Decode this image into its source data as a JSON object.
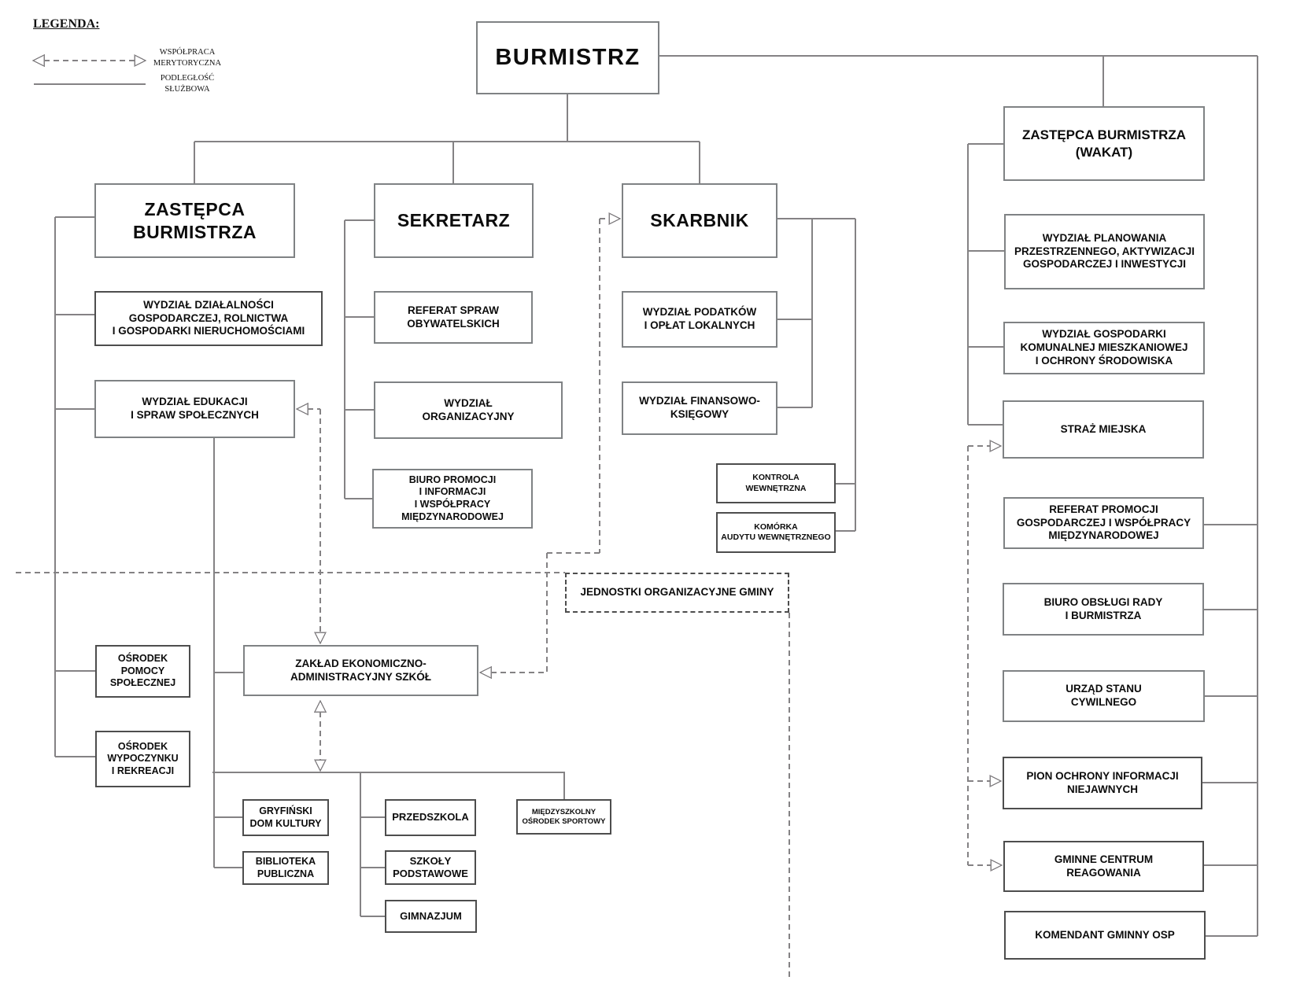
{
  "legend": {
    "title": "LEGENDA:",
    "items": {
      "wspolpraca": {
        "label": "WSPÓŁPRACA\nMERYTORYCZNA",
        "line_style": "dashed-double-arrow"
      },
      "podleglosc": {
        "label": "PODLEGŁOŚĆ\nSŁUŻBOWA",
        "line_style": "solid"
      }
    }
  },
  "nodes": {
    "burmistrz": {
      "label": "BURMISTRZ"
    },
    "zastepca_l": {
      "label": "ZASTĘPCA\nBURMISTRZA"
    },
    "wydz_dzialalnosci": {
      "label": "WYDZIAŁ DZIAŁALNOŚCI\nGOSPODARCZEJ, ROLNICTWA\nI GOSPODARKI NIERUCHOMOŚCIAMI"
    },
    "wydz_edukacji": {
      "label": "WYDZIAŁ EDUKACJI\nI SPRAW SPOŁECZNYCH"
    },
    "sekretarz": {
      "label": "SEKRETARZ"
    },
    "referat_spraw": {
      "label": "REFERAT SPRAW\nOBYWATELSKICH"
    },
    "wydz_org": {
      "label": "WYDZIAŁ\nORGANIZACYJNY"
    },
    "biuro_promocji": {
      "label": "BIURO PROMOCJI\nI INFORMACJI\nI WSPÓŁPRACY\nMIĘDZYNARODOWEJ"
    },
    "skarbnik": {
      "label": "SKARBNIK"
    },
    "wydz_podatkow": {
      "label": "WYDZIAŁ PODATKÓW\nI OPŁAT LOKALNYCH"
    },
    "wydz_finansowo": {
      "label": "WYDZIAŁ FINANSOWO-\nKSIĘGOWY"
    },
    "kontrola": {
      "label": "KONTROLA\nWEWNĘTRZNA"
    },
    "komorka": {
      "label": "KOMÓRKA\nAUDYTU WEWNĘTRZNEGO"
    },
    "jednostki": {
      "label": "JEDNOSTKI ORGANIZACYJNE GMINY"
    },
    "zaklad": {
      "label": "ZAKŁAD EKONOMICZNO-\nADMINISTRACYJNY SZKÓŁ"
    },
    "osrodek_pomocy": {
      "label": "OŚRODEK\nPOMOCY\nSPOŁECZNEJ"
    },
    "osrodek_wypoczynku": {
      "label": "OŚRODEK\nWYPOCZYNKU\nI REKREACJI"
    },
    "gdk": {
      "label": "GRYFIŃSKI\nDOM KULTURY"
    },
    "biblioteka": {
      "label": "BIBLIOTEKA\nPUBLICZNA"
    },
    "przedszkola": {
      "label": "PRZEDSZKOLA"
    },
    "szkoly": {
      "label": "SZKOŁY\nPODSTAWOWE"
    },
    "gimnazjum": {
      "label": "GIMNAZJUM"
    },
    "mos": {
      "label": "MIĘDZYSZKOLNY\nOŚRODEK SPORTOWY"
    },
    "zastepca_r": {
      "label": "ZASTĘPCA BURMISTRZA\n(WAKAT)"
    },
    "wydz_planowania": {
      "label": "WYDZIAŁ PLANOWANIA\nPRZESTRZENNEGO, AKTYWIZACJI\nGOSPODARCZEJ I INWESTYCJI"
    },
    "wydz_gospodarki": {
      "label": "WYDZIAŁ GOSPODARKI\nKOMUNALNEJ MIESZKANIOWEJ\nI OCHRONY ŚRODOWISKA"
    },
    "straz": {
      "label": "STRAŻ MIEJSKA"
    },
    "referat_promocji": {
      "label": "REFERAT PROMOCJI\nGOSPODARCZEJ I WSPÓŁPRACY\nMIĘDZYNARODOWEJ"
    },
    "biuro_obslugi": {
      "label": "BIURO OBSŁUGI RADY\nI BURMISTRZA"
    },
    "urzad_stanu": {
      "label": "URZĄD STANU\nCYWILNEGO"
    },
    "pion_ochrony": {
      "label": "PION OCHRONY INFORMACJI\nNIEJAWNYCH"
    },
    "gminne_centrum": {
      "label": "GMINNE CENTRUM\nREAGOWANIA"
    },
    "komendant": {
      "label": "KOMENDANT GMINNY OSP"
    }
  },
  "colors": {
    "background": "#ffffff",
    "line": "#848284",
    "border": "#7f8284",
    "border_dark": "#4d4d4d",
    "text": "#0c0c0c"
  }
}
